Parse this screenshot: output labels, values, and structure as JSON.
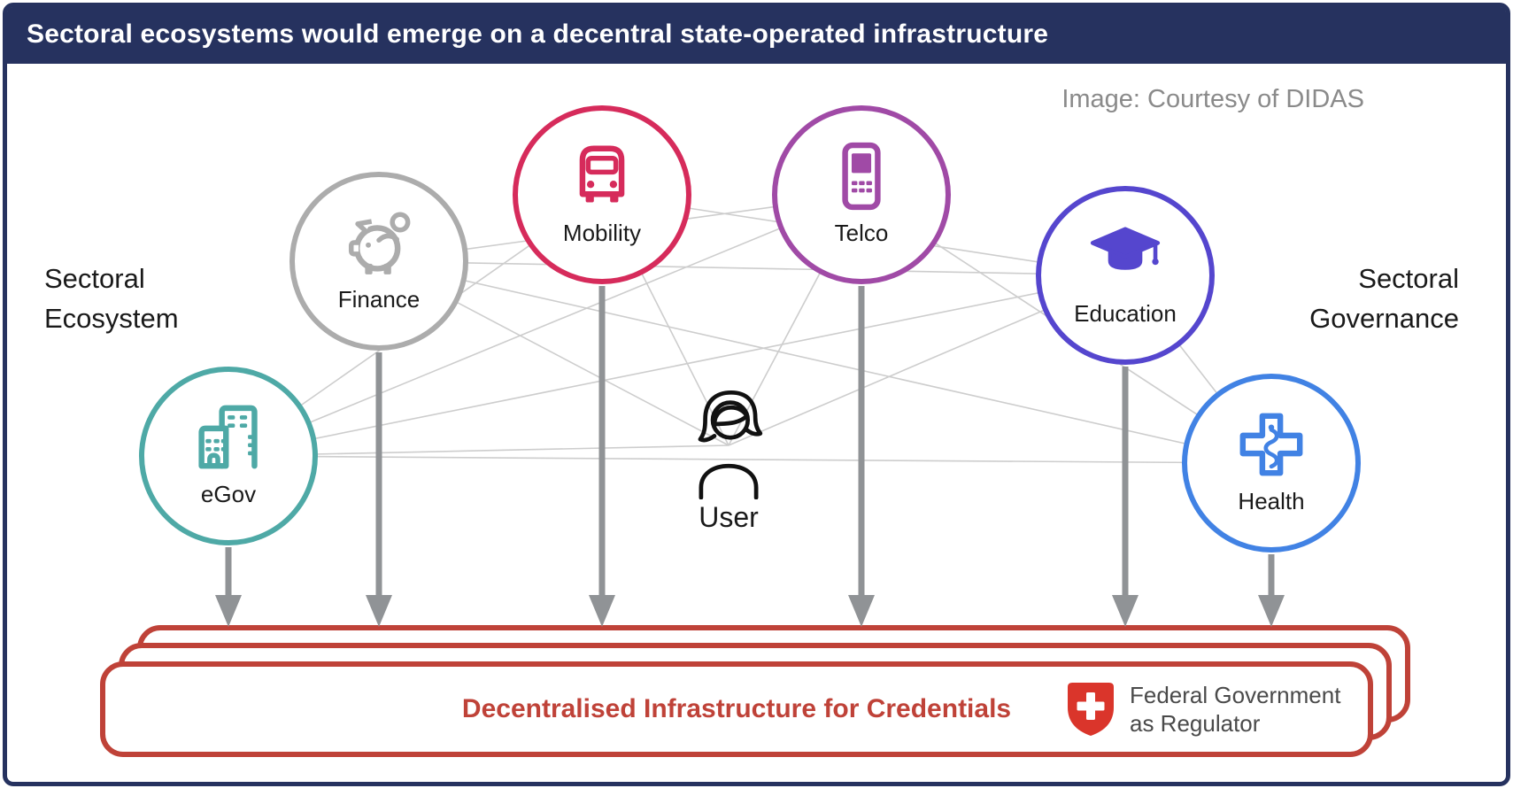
{
  "header": {
    "title": "Sectoral ecosystems would emerge on a decentral state-operated infrastructure"
  },
  "credit_text": "Image: Courtesy of DIDAS",
  "left_label": {
    "line1": "Sectoral",
    "line2": "Ecosystem"
  },
  "right_label": {
    "line1": "Sectoral",
    "line2": "Governance"
  },
  "user": {
    "label": "User",
    "icon": "person-icon"
  },
  "nodes": [
    {
      "id": "egov",
      "label": "eGov",
      "color": "#4EA9A6",
      "icon": "government-building-icon"
    },
    {
      "id": "finance",
      "label": "Finance",
      "color": "#ACACAC",
      "icon": "piggy-bank-icon"
    },
    {
      "id": "mobility",
      "label": "Mobility",
      "color": "#D62B5B",
      "icon": "bus-icon"
    },
    {
      "id": "telco",
      "label": "Telco",
      "color": "#A04AA6",
      "icon": "mobile-phone-icon"
    },
    {
      "id": "education",
      "label": "Education",
      "color": "#5546CE",
      "icon": "graduation-cap-icon"
    },
    {
      "id": "health",
      "label": "Health",
      "color": "#4182E4",
      "icon": "medical-cross-icon"
    }
  ],
  "infrastructure": {
    "title": "Decentralised Infrastructure for Credentials",
    "regulator_line1": "Federal Government",
    "regulator_line2": "as Regulator",
    "regulator_icon": "swiss-shield-icon"
  },
  "colors": {
    "header_bg": "#26325F",
    "frame_border": "#26325F",
    "box_red": "#BF4238",
    "shield_red": "#DA352B",
    "arrow_gray": "#909396",
    "mesh_gray": "#CDCDCD",
    "credit_gray": "#8A8A8A",
    "regulator_text": "#4A4A4A",
    "label_black": "#1A1A1A"
  }
}
